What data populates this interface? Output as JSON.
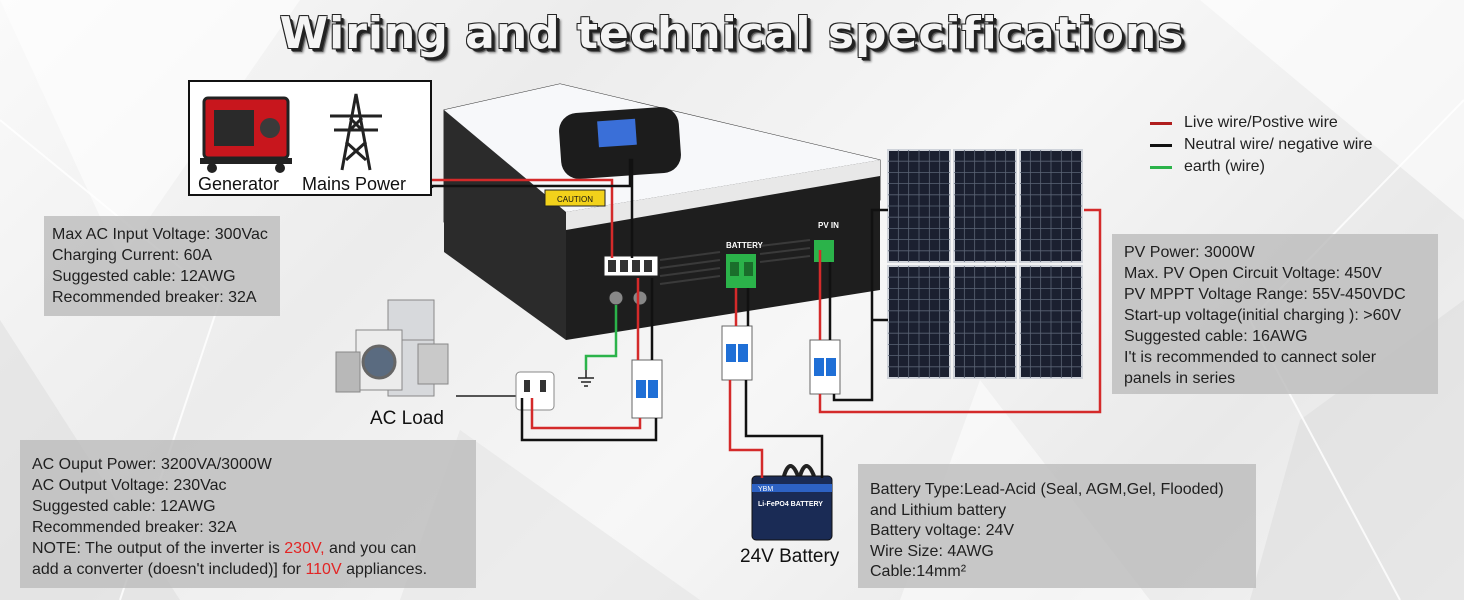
{
  "title": "Wiring and technical specifications",
  "legend": [
    {
      "label": "Live wire/Postive wire",
      "color": "#b01e1e"
    },
    {
      "label": "Neutral wire/ negative wire",
      "color": "#111111"
    },
    {
      "label": "earth (wire)",
      "color": "#2bb34a"
    }
  ],
  "sources": {
    "generator": "Generator",
    "mains": "Mains Power"
  },
  "ac_input_specs": [
    "Max AC Input Voltage: 300Vac",
    "Charging Current: 60A",
    "Suggested cable: 12AWG",
    "Recommended breaker: 32A"
  ],
  "ac_load_label": "AC Load",
  "ac_output": {
    "lines": [
      "AC Ouput Power: 3200VA/3000W",
      "AC Output Voltage: 230Vac",
      "Suggested cable: 12AWG",
      "Recommended breaker: 32A"
    ],
    "note_prefix": "NOTE: The output of the inverter is ",
    "note_highlight_1": "230V,",
    "note_middle": " and you can",
    "note_line2_prefix": "add a converter (doesn't included)] for ",
    "note_highlight_2": "110V",
    "note_suffix": " appliances."
  },
  "pv_specs": [
    "PV Power: 3000W",
    "Max. PV Open Circuit Voltage: 450V",
    "PV MPPT Voltage Range: 55V-450VDC",
    "Start-up voltage(initial charging ): >60V",
    "Suggested cable: 16AWG",
    "I't is recommended to cannect soler",
    "panels in series"
  ],
  "battery_label": "24V Battery",
  "battery_specs": [
    "Battery Type:Lead-Acid (Seal, AGM,Gel, Flooded)",
    "and Lithium battery",
    "Battery voltage: 24V",
    "Wire Size: 4AWG",
    "Cable:14mm²"
  ],
  "device": {
    "battery_port": "BATTERY",
    "pv_port": "PV IN",
    "caution": "CAUTION",
    "battery_brand": "YBM",
    "battery_model": "Li-FePO4 BATTERY"
  },
  "colors": {
    "live": "#b01e1e",
    "neutral": "#111111",
    "earth": "#2bb34a",
    "accent_red": "#e22525"
  }
}
